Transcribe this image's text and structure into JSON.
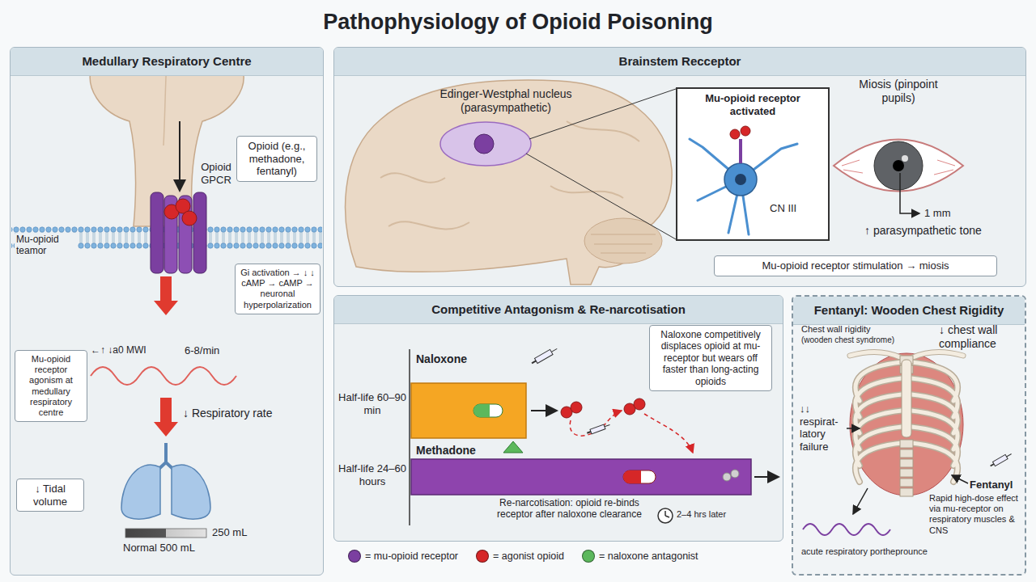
{
  "diagram": {
    "title": "Pathophysiology of Opioid Poisoning",
    "nodes": [
      {
        "text": [
          "Medullary Respiratory Centre"
        ]
      },
      {
        "text": [
          "Opioid (e.g., methadone, fentanyl)"
        ],
        "in": 0
      },
      {
        "text": [
          "Gi activation → ↓ ↓ cAMP → cAMP → neuronal hyperpolarization"
        ],
        "in": 0
      },
      {
        "text": [
          "Mu-opioid receptor agonism at medullary respiratory centre"
        ],
        "in": 0
      },
      {
        "text": [
          "↓ Tidal volume"
        ],
        "in": 0
      },
      {
        "text": [
          "Brainstem Recceptor"
        ]
      },
      {
        "text": [
          "Mu-opioid receptor activated",
          "CN III"
        ],
        "in": 5
      },
      {
        "text": [
          "Mu-opioid receptor stimulation → miosis"
        ],
        "in": 5
      },
      {
        "text": [
          "Competitive Antagonism & Re-narcotisation"
        ]
      },
      {
        "text": [
          "Naloxone competitively displaces opioid at mu-receptor but wears off faster than long-acting opioids"
        ],
        "in": 8
      },
      {
        "text": [
          "Fentanyl: Wooden Chest Rigidity"
        ]
      }
    ],
    "labels": [
      "Opioid GPCR",
      "Mu-opioid teamor",
      "←↑ ↓a0 MWI",
      "6-8/min",
      "↓ Respiratory rate",
      "250 mL",
      "Normal 500 mL",
      "Edinger-Westphal nucleus (parasympathetic)",
      "Miosis (pinpoint pupils)",
      "1 mm",
      "↑ parasympathetic tone",
      "Naloxone",
      "Half-life 60–90 min",
      "Methadone",
      "Half-life 24–60 hours",
      "Re-narcotisation: opioid re-binds receptor after naloxone clearance",
      "2–4 hrs later",
      "Chest wall rigidity",
      "(wooden chest syndrome)",
      "↓ chest wall compliance",
      "↓↓ respirat- latory failure",
      "Fentanyl",
      "Rapid high-dose effect via mu-receptor on respiratory muscles & CNS",
      "acute respiratory portheprounce"
    ],
    "legend": [
      {
        "text": "= mu-opioid receptor",
        "color": "#7b3fa0"
      },
      {
        "text": "= agonist opioid",
        "color": "#d62728"
      },
      {
        "text": "= naloxone antagonist",
        "color": "#5cb85c"
      }
    ]
  }
}
